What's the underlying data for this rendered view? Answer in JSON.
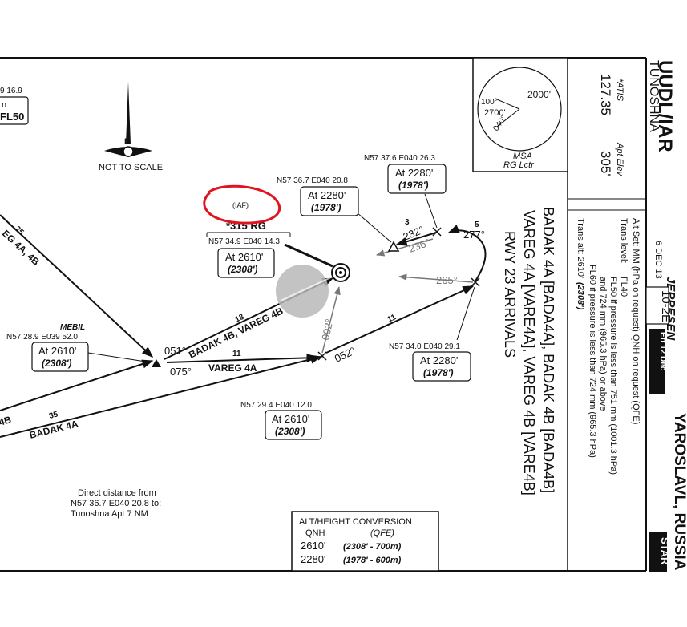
{
  "header": {
    "airport_code": "UUDL/IAR",
    "airport_city": "TUNOSHNA",
    "city_country": "YAROSLAVL, RUSSIA",
    "chart_label": "STAR",
    "publisher": "JEPPESEN",
    "chart_number": "10-2E",
    "effective": "Eff 12 Dec",
    "date": "6 DEC 13",
    "atis_label": "*ATIS",
    "atis_freq": "127.35",
    "apt_elev_label": "Apt Elev",
    "apt_elev": "305'"
  },
  "title": {
    "line1": "BADAK 4A [BADA4A], BADAK 4B [BADA4B]",
    "line2": "VAREG 4A [VARE4A], VAREG 4B [VARE4B]",
    "line3": "RWY 23 ARRIVALS"
  },
  "notes": {
    "alt_set": "Alt Set: MM (hPa on request)    QNH on request    (QFE)",
    "trans_level_label": "Trans level:",
    "trans_level_1": "FL40",
    "trans_level_2": "FL50 if pressure is less than 751 mm (1001.3 hPa)",
    "trans_level_3": "and 724 mm (965.3 hPa) or above",
    "trans_level_4": "FL60 if pressure is less than 724 mm (965.3 hPa)",
    "trans_alt_label": "Trans alt: 2610'",
    "trans_alt_qfe": "(2308')"
  },
  "msa": {
    "label": "MSA",
    "sub": "RG Lctr",
    "alt_high": "2000'",
    "alt_low": "2700'",
    "bearing1": "100°",
    "bearing2": "040°"
  },
  "north": {
    "label": "NOT TO SCALE",
    "letter": "N"
  },
  "fixes": {
    "top_left_coord": "9 16.9",
    "top_left_text": "n",
    "top_left_fl": "FL50",
    "iaf_label": "(IAF)",
    "iaf_name": "*315 RG",
    "fix1_coord": "N57 34.9 E040 14.3",
    "fix1_alt": "At 2610'",
    "fix1_qfe": "(2308')",
    "fix2_coord": "N57 36.7 E040 20.8",
    "fix2_alt": "At 2280'",
    "fix2_qfe": "(1978')",
    "fix3_coord": "N57 37.6 E040 26.3",
    "fix3_alt": "At 2280'",
    "fix3_qfe": "(1978')",
    "mebil_name": "MEBIL",
    "mebil_coord": "N57 28.9 E039 52.0",
    "mebil_alt": "At 2610'",
    "mebil_qfe": "(2308')",
    "fix4_coord": "N57 34.0 E040 29.1",
    "fix4_alt": "At 2280'",
    "fix4_qfe": "(1978')",
    "fix5_coord": "N57 29.4 E040 12.0",
    "fix5_alt": "At 2610'",
    "fix5_qfe": "(2308')"
  },
  "routes": {
    "badak4a_4b_dist": "25",
    "badak4a_4b_label": "EG 4A, 4B",
    "r051": "051°",
    "r075": "075°",
    "dist13": "13",
    "badak4b_vareg4b": "BADAK 4B, VAREG 4B",
    "dist11a": "11",
    "vareg4a": "VAREG 4A",
    "dist11b": "11",
    "r052": "052°",
    "r002": "002°",
    "r265": "265°",
    "r232": "232°",
    "r236": "236°",
    "r277": "277°",
    "dist3": "3",
    "dist5": "5",
    "dist35": "35",
    "badak4a": "BADAK 4A",
    "tail_4b": "4B"
  },
  "direct": {
    "line1": "Direct distance from",
    "line2": "N57 36.7 E040 20.8 to:",
    "line3": "Tunoshna Apt   7 NM"
  },
  "conversion": {
    "title": "ALT/HEIGHT CONVERSION",
    "col1": "QNH",
    "col2": "(QFE)",
    "row1_qnh": "2610'",
    "row1_qfe": "(2308' -  700m)",
    "row2_qnh": "2280'",
    "row2_qfe": "(1978' -  600m)"
  },
  "colors": {
    "annotation_red": "#e0141e",
    "highlight_gray": "#b8b8b8"
  }
}
